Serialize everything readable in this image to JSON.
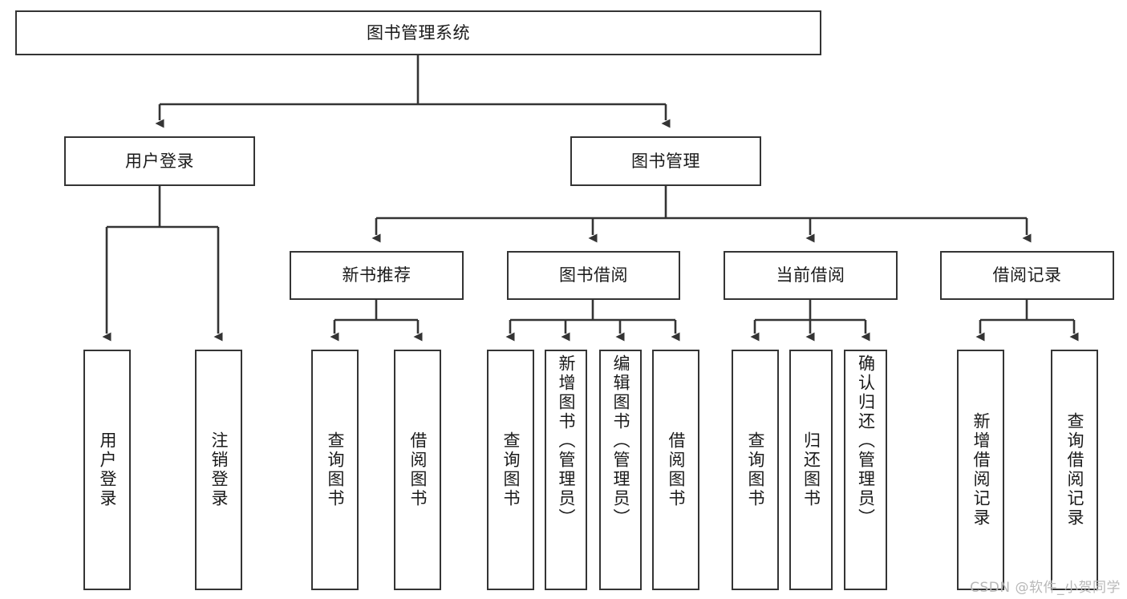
{
  "diagram": {
    "type": "tree",
    "title": "图书管理系统",
    "root": {
      "label": "图书管理系统"
    },
    "level2": [
      {
        "label": "用户登录"
      },
      {
        "label": "图书管理"
      }
    ],
    "level3": [
      {
        "label": "新书推荐"
      },
      {
        "label": "图书借阅"
      },
      {
        "label": "当前借阅"
      },
      {
        "label": "借阅记录"
      }
    ],
    "leaves": {
      "user_login": [
        {
          "label": "用户登录"
        },
        {
          "label": "注销登录"
        }
      ],
      "new_book_recommend": [
        {
          "label": "查询图书"
        },
        {
          "label": "借阅图书"
        }
      ],
      "book_borrow": [
        {
          "label": "查询图书"
        },
        {
          "label": "新增图书（管理员）"
        },
        {
          "label": "编辑图书（管理员）"
        },
        {
          "label": "借阅图书"
        }
      ],
      "current_borrow": [
        {
          "label": "查询图书"
        },
        {
          "label": "归还图书"
        },
        {
          "label": "确认归还（管理员）"
        }
      ],
      "borrow_record": [
        {
          "label": "新增借阅记录"
        },
        {
          "label": "查询借阅记录"
        }
      ]
    }
  },
  "watermark": {
    "text": "CSDN @软件_小贺同学"
  },
  "colors": {
    "stroke": "#343434",
    "background": "#ffffff",
    "text": "#1a1a1a",
    "watermark": "#b8b8b8"
  }
}
